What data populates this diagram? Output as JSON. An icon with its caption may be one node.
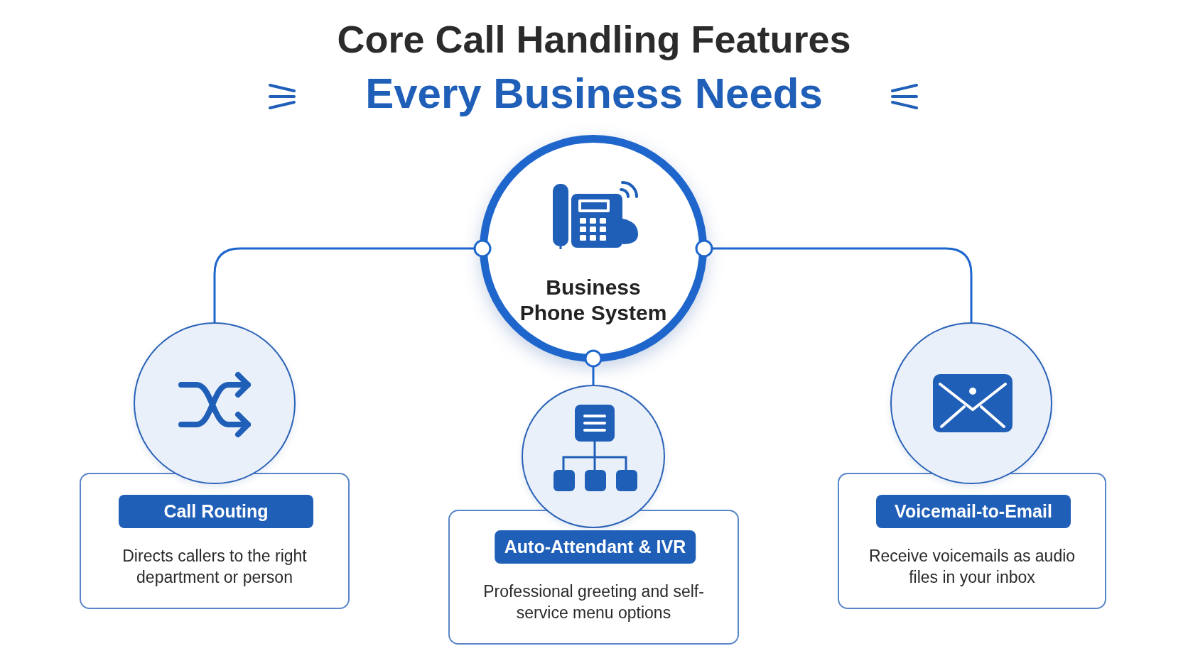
{
  "diagram": {
    "title": "Core Call Handling Features",
    "nodes": [
      {
        "text": [
          "Business Phone System"
        ]
      },
      {
        "text": [],
        "shape": "circle"
      },
      {
        "text": [],
        "shape": "circle"
      },
      {
        "text": [],
        "shape": "circle"
      },
      {
        "text": [
          "Call Routing",
          "Directs callers to the right department or person"
        ]
      },
      {
        "text": [
          "Auto-Attendant & IVR",
          "Professional greeting and self-service menu options"
        ]
      },
      {
        "text": [
          "Voicemail-to-Email",
          "Receive voicemails as audio files in your inbox"
        ]
      }
    ],
    "edges": [
      {
        "from": 0,
        "to": 1,
        "arrow": "other"
      },
      {
        "from": 0,
        "to": 2,
        "arrow": "other"
      },
      {
        "from": 0,
        "to": 3,
        "arrow": "other"
      }
    ],
    "labels": [
      "Every Business Needs"
    ]
  }
}
